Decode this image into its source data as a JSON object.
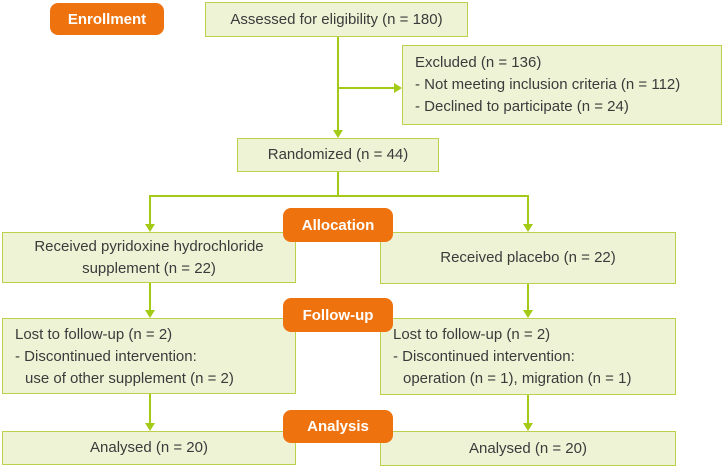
{
  "colors": {
    "accent_orange": "#ee730f",
    "box_fill": "#eef3d6",
    "box_border": "#bcd04e",
    "arrow_green": "#a3ca14",
    "text": "#3b3b3b"
  },
  "stages": {
    "enrollment": "Enrollment",
    "allocation": "Allocation",
    "followup": "Follow-up",
    "analysis": "Analysis"
  },
  "boxes": {
    "assessed": {
      "line1": "Assessed for eligibility (n = 180)"
    },
    "excluded": {
      "line1": "Excluded (n = 136)",
      "line2": "- Not meeting inclusion criteria (n = 112)",
      "line3": "- Declined to participate (n = 24)"
    },
    "randomized": {
      "line1": "Randomized (n = 44)"
    },
    "alloc_left": {
      "line1": "Received pyridoxine hydrochloride",
      "line2": "supplement (n = 22)"
    },
    "alloc_right": {
      "line1": "Received placebo (n = 22)"
    },
    "fu_left": {
      "line1": "Lost to follow-up (n = 2)",
      "line2": "- Discontinued intervention:",
      "line3": "use of other supplement (n = 2)"
    },
    "fu_right": {
      "line1": "Lost to follow-up (n = 2)",
      "line2": "- Discontinued intervention:",
      "line3": "operation (n = 1), migration (n = 1)"
    },
    "analysed_left": {
      "line1": "Analysed (n = 20)"
    },
    "analysed_right": {
      "line1": "Analysed (n = 20)"
    }
  }
}
